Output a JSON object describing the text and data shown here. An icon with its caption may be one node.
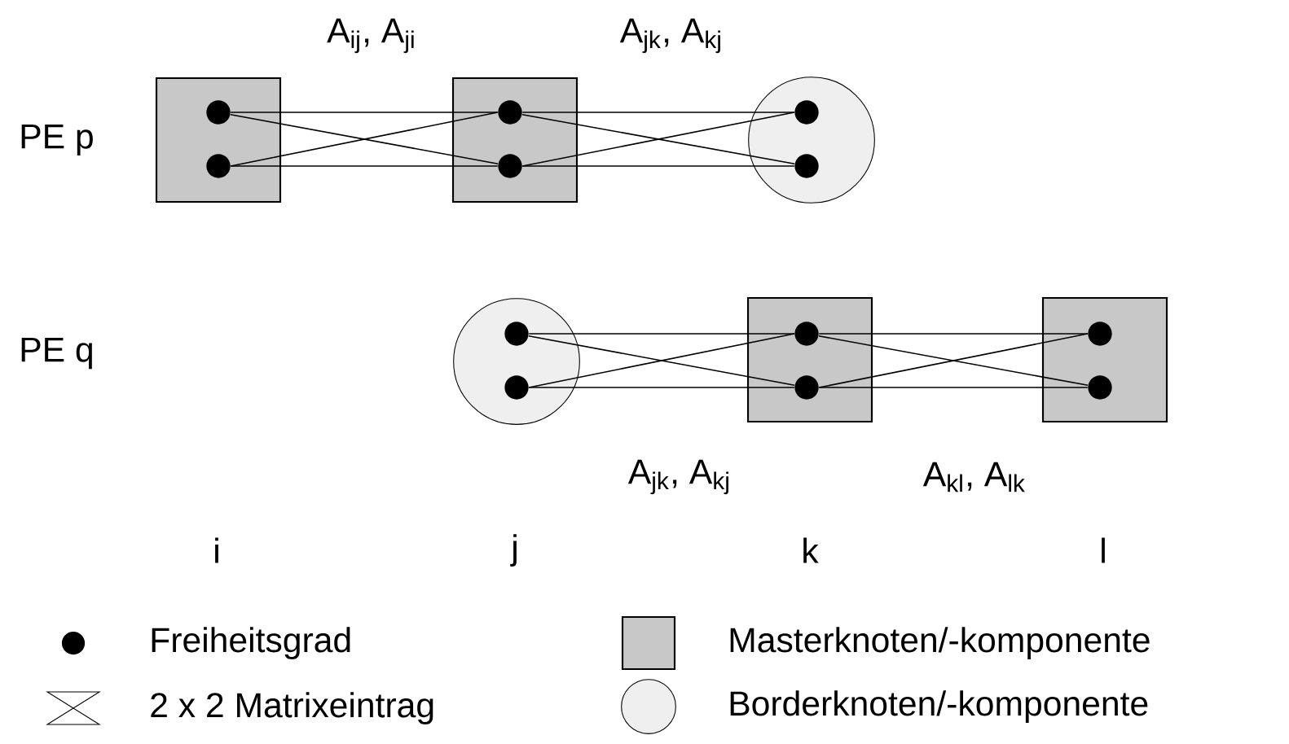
{
  "diagram": {
    "nodes": [
      {
        "text": [],
        "shape": "box"
      },
      {
        "text": [],
        "shape": "circle",
        "in": 0
      },
      {
        "text": [],
        "shape": "circle",
        "in": 0
      },
      {
        "text": [],
        "shape": "box"
      },
      {
        "text": [],
        "shape": "circle",
        "in": 3
      },
      {
        "text": [],
        "shape": "circle",
        "in": 3
      },
      {
        "text": [],
        "shape": "circle"
      },
      {
        "text": [],
        "shape": "circle",
        "in": 6
      },
      {
        "text": [],
        "shape": "circle",
        "in": 6
      },
      {
        "text": [],
        "shape": "circle"
      },
      {
        "text": [],
        "shape": "circle",
        "in": 9
      },
      {
        "text": [],
        "shape": "circle",
        "in": 9
      },
      {
        "text": [],
        "shape": "box"
      },
      {
        "text": [],
        "shape": "circle",
        "in": 12
      },
      {
        "text": [],
        "shape": "circle",
        "in": 12
      },
      {
        "text": [],
        "shape": "box"
      },
      {
        "text": [],
        "shape": "circle",
        "in": 15
      },
      {
        "text": [],
        "shape": "circle",
        "in": 15
      }
    ],
    "edges": [
      {
        "from": 1,
        "to": 4,
        "arrow": "none"
      },
      {
        "from": 2,
        "to": 5,
        "arrow": "none"
      },
      {
        "from": 1,
        "to": 5,
        "arrow": "none"
      },
      {
        "from": 2,
        "to": 4,
        "arrow": "none"
      },
      {
        "from": 4,
        "to": 7,
        "arrow": "none"
      },
      {
        "from": 5,
        "to": 8,
        "arrow": "none"
      },
      {
        "from": 4,
        "to": 8,
        "arrow": "none"
      },
      {
        "from": 5,
        "to": 7,
        "arrow": "none"
      },
      {
        "from": 10,
        "to": 13,
        "arrow": "none"
      },
      {
        "from": 11,
        "to": 14,
        "arrow": "none"
      },
      {
        "from": 10,
        "to": 14,
        "arrow": "none"
      },
      {
        "from": 11,
        "to": 13,
        "arrow": "none"
      },
      {
        "from": 13,
        "to": 16,
        "arrow": "none"
      },
      {
        "from": 14,
        "to": 17,
        "arrow": "none"
      },
      {
        "from": 13,
        "to": 17,
        "arrow": "none"
      },
      {
        "from": 14,
        "to": 16,
        "arrow": "none"
      }
    ],
    "labels": [
      "A$_{ij}$, A$_{ji}$",
      "A$_{jk}$, A$_{kj}$",
      "PE p",
      "PE q",
      "A$_{jk}$, A$_{kj}$",
      "A$_{kl}$, A$_{lk}$",
      "i",
      "j",
      "k",
      "l"
    ],
    "legend": [
      {
        "text": "Freiheitsgrad"
      },
      {
        "text": "Masterknoten/-komponente"
      },
      {
        "text": "2 x 2 Matrixeintrag"
      },
      {
        "text": "Borderknoten/-komponente"
      }
    ]
  }
}
